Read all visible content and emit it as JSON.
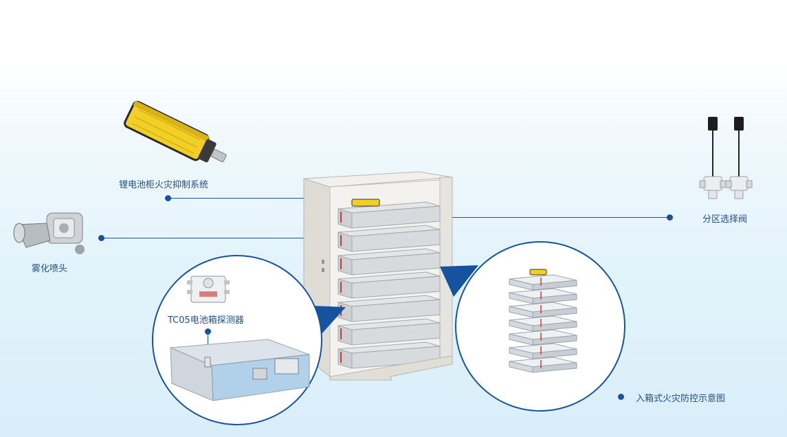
{
  "labels": {
    "suppression_system": "锂电池柜火灾抑制系统",
    "zone_valve": "分区选择阀",
    "nozzle": "雾化喷头",
    "detector": "TC05电池箱探测器",
    "in_box_diagram": "入箱式火灾防控示意图"
  },
  "colors": {
    "accent": "#1553a0",
    "label_text": "#1f4f86",
    "cabinet": "#ecebe5",
    "device_yellow": "#f2cf24"
  }
}
